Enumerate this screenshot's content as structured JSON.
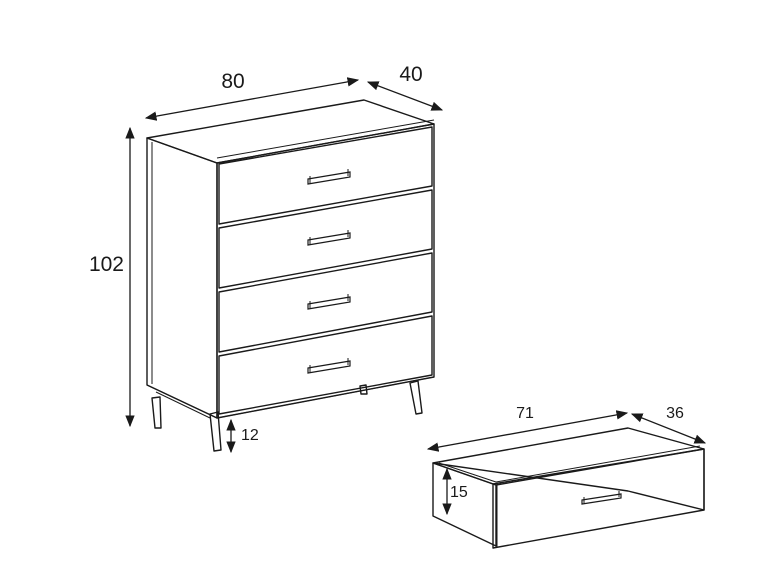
{
  "dimensions": {
    "width": "80",
    "depth": "40",
    "height": "102",
    "leg_height": "12",
    "drawer_width": "71",
    "drawer_depth": "36",
    "drawer_height": "15"
  }
}
